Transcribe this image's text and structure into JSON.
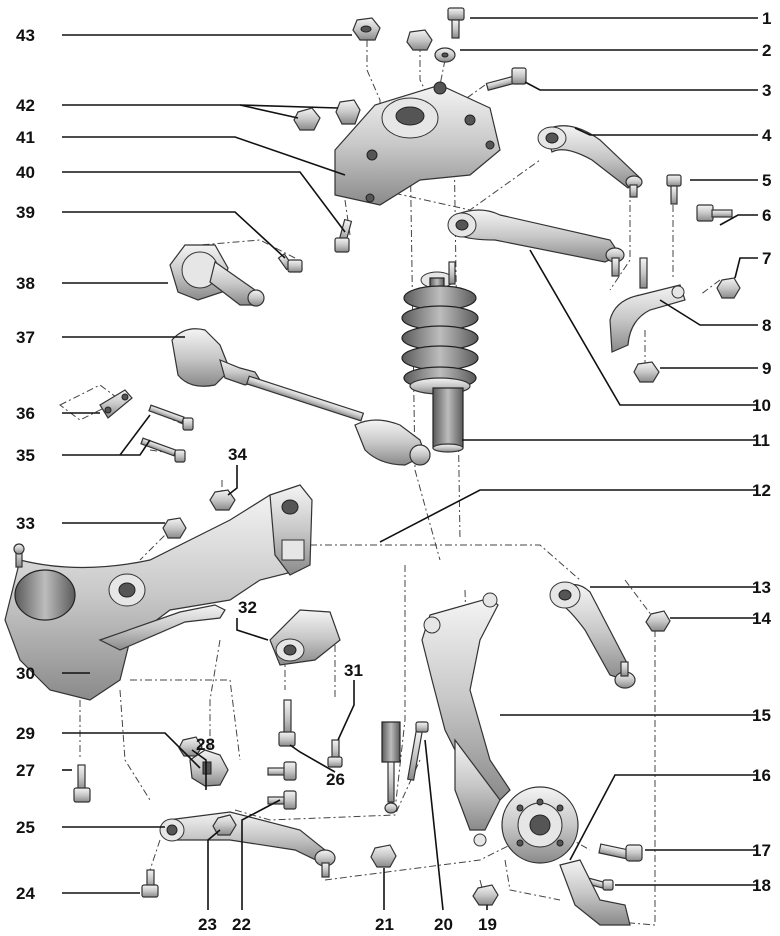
{
  "callouts": [
    {
      "n": "1"
    },
    {
      "n": "2"
    },
    {
      "n": "3"
    },
    {
      "n": "4"
    },
    {
      "n": "5"
    },
    {
      "n": "6"
    },
    {
      "n": "7"
    },
    {
      "n": "8"
    },
    {
      "n": "9"
    },
    {
      "n": "10"
    },
    {
      "n": "11"
    },
    {
      "n": "12"
    },
    {
      "n": "13"
    },
    {
      "n": "14"
    },
    {
      "n": "15"
    },
    {
      "n": "16"
    },
    {
      "n": "17"
    },
    {
      "n": "18"
    },
    {
      "n": "19"
    },
    {
      "n": "20"
    },
    {
      "n": "21"
    },
    {
      "n": "22"
    },
    {
      "n": "23"
    },
    {
      "n": "24"
    },
    {
      "n": "25"
    },
    {
      "n": "26"
    },
    {
      "n": "27"
    },
    {
      "n": "28"
    },
    {
      "n": "29"
    },
    {
      "n": "30"
    },
    {
      "n": "31"
    },
    {
      "n": "32"
    },
    {
      "n": "33"
    },
    {
      "n": "34"
    },
    {
      "n": "35"
    },
    {
      "n": "36"
    },
    {
      "n": "37"
    },
    {
      "n": "38"
    },
    {
      "n": "39"
    },
    {
      "n": "40"
    },
    {
      "n": "41"
    },
    {
      "n": "42"
    },
    {
      "n": "43"
    }
  ],
  "colors": {
    "line": "#111111",
    "part_light": "#e6e6e6",
    "part_dark": "#555555",
    "background": "#ffffff"
  }
}
